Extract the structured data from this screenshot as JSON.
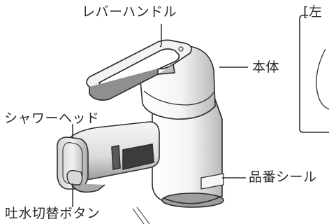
{
  "labels": {
    "lever_handle": "レバーハンドル",
    "shower_head": "シャワーヘッド",
    "body": "本体",
    "part_number_seal": "品番シール",
    "spout_switch_button": "吐水切替ボタン",
    "inset_title_partial": "[左"
  },
  "colors": {
    "line": "#2f2f2f",
    "shade": "#8c8c8c",
    "dark": "#3c3c3c",
    "light": "#e9e9e9"
  }
}
